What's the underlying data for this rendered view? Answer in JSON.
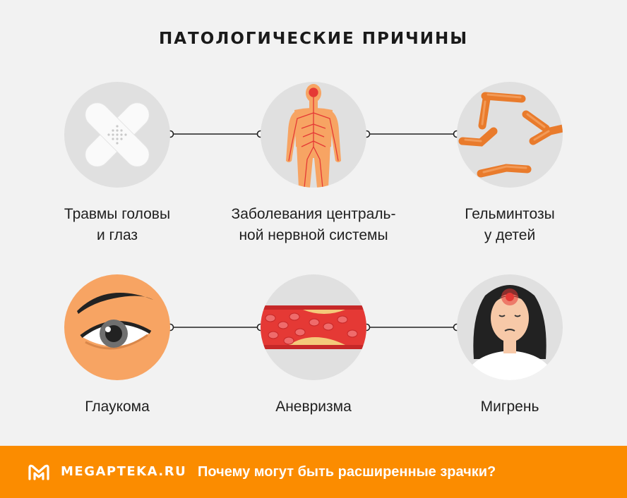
{
  "title": "ПАТОЛОГИЧЕСКИЕ ПРИЧИНЫ",
  "causes": [
    {
      "icon": "bandage-icon",
      "line1": "Травмы головы",
      "line2": "и глаз"
    },
    {
      "icon": "nervous-system-icon",
      "line1": "Заболевания централь-",
      "line2": "ной нервной системы"
    },
    {
      "icon": "worms-icon",
      "line1": "Гельминтозы",
      "line2": "у детей"
    },
    {
      "icon": "eye-icon",
      "line1": "Глаукома"
    },
    {
      "icon": "blood-vessel-icon",
      "line1": "Аневризма"
    },
    {
      "icon": "woman-headache-icon",
      "line1": "Мигрень"
    }
  ],
  "footer": {
    "brand": "MEGAPTEKA.RU",
    "article_title": "Почему могут быть расширенные зрачки?"
  },
  "colors": {
    "accent": "#fb8c00",
    "background": "#f2f2f2",
    "circle": "#e0e0e0"
  }
}
